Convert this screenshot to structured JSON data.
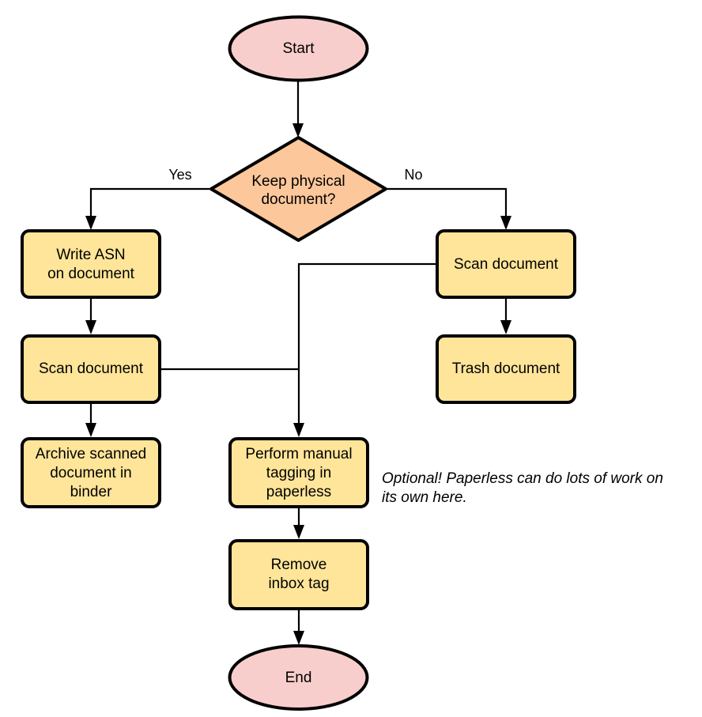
{
  "diagram": {
    "type": "flowchart",
    "title_visible": false,
    "colors": {
      "terminator_fill": "#f8cecc",
      "process_fill": "#ffe599",
      "decision_fill": "#fcc79a",
      "stroke": "#000000",
      "background": "#ffffff"
    },
    "nodes": [
      {
        "id": "start",
        "shape": "ellipse",
        "label": "Start"
      },
      {
        "id": "keep",
        "shape": "diamond",
        "label_line1": "Keep physical",
        "label_line2": "document?"
      },
      {
        "id": "write_asn",
        "shape": "rect",
        "label_line1": "Write ASN",
        "label_line2": "on document"
      },
      {
        "id": "scan_left",
        "shape": "rect",
        "label_line1": "Scan document"
      },
      {
        "id": "archive",
        "shape": "rect",
        "label_line1": "Archive scanned",
        "label_line2": "document in",
        "label_line3": "binder"
      },
      {
        "id": "scan_right",
        "shape": "rect",
        "label_line1": "Scan document"
      },
      {
        "id": "trash",
        "shape": "rect",
        "label_line1": "Trash document"
      },
      {
        "id": "manual_tag",
        "shape": "rect",
        "label_line1": "Perform manual",
        "label_line2": "tagging in",
        "label_line3": "paperless"
      },
      {
        "id": "remove_inbox",
        "shape": "rect",
        "label_line1": "Remove",
        "label_line2": "inbox tag"
      },
      {
        "id": "end",
        "shape": "ellipse",
        "label": "End"
      }
    ],
    "edge_labels": {
      "yes": "Yes",
      "no": "No"
    },
    "annotation": {
      "line1": "Optional! Paperless can do lots of work on",
      "line2": "its own here."
    }
  }
}
